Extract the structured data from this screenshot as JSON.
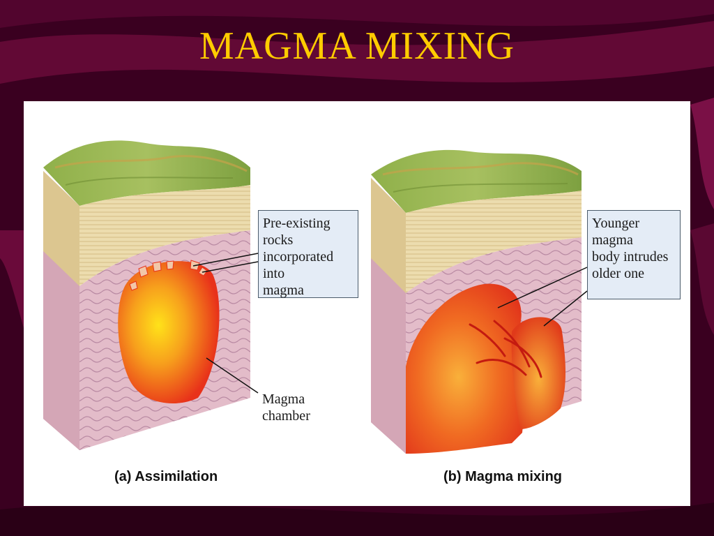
{
  "slide": {
    "title": "MAGMA MIXING",
    "title_color": "#ffcc00",
    "background_color": "#3a0020"
  },
  "figure_a": {
    "caption": "(a) Assimilation",
    "callout_lines": [
      "Pre-existing rocks",
      "incorporated into",
      "magma"
    ],
    "label_lines": [
      "Magma",
      "chamber"
    ]
  },
  "figure_b": {
    "caption": "(b) Magma mixing",
    "callout_lines": [
      "Younger magma",
      "body intrudes",
      "older one"
    ]
  },
  "colors": {
    "grass": "#8fb04a",
    "sediment": "#e9d9a6",
    "bedrock": "#e3bcc9",
    "magma_outer": "#e8321a",
    "magma_inner": "#ffd21a",
    "callout_fill": "#e4ecf6"
  },
  "icons": [
    "background-swoosh",
    "block-diagram",
    "callout-leader-line"
  ]
}
